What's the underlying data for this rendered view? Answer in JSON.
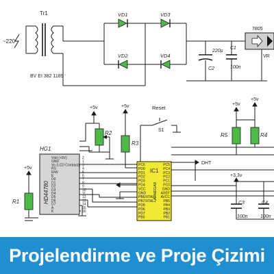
{
  "schematic": {
    "mains_label": "~220",
    "transformer_label": "Tr1",
    "transformer_core": "BV EI 382 1189",
    "diodes": [
      "VD1",
      "VD3",
      "VD2",
      "VD4"
    ],
    "cap_c2": "C2",
    "cap_220u": "220µ",
    "cap_c1": "C1",
    "cap_100n_top": "100n",
    "regulator_label": "7805",
    "regulator_partial": "VR",
    "supply_labels": [
      "+5v",
      "+5v",
      "+5v",
      "+5v",
      "+5v",
      "+3,3v"
    ],
    "r1": "R1",
    "r2": "R2",
    "r3": "R3",
    "r4": "R4",
    "r5": "R5",
    "reset_label": "Reset",
    "s1": "S1",
    "lcd_label": "HG1",
    "lcd_model": "HD44780",
    "lcd_pins": [
      "Vdd (+5V)",
      "GND",
      "Vo (LCD Contrast)",
      "RS",
      "R/W",
      "E",
      "D0",
      "D1",
      "D2",
      "D3",
      "D4",
      "D5",
      "D6",
      "D7",
      "A",
      "K"
    ],
    "lcd_pin_numbers": [
      "2",
      "1",
      "3",
      "4",
      "5",
      "6",
      "7",
      "8",
      "9",
      "10",
      "11",
      "12",
      "13",
      "14",
      "15",
      "16"
    ],
    "ic_label": "IC1",
    "ic_model": "ATMEGA8",
    "ic_left_pins": [
      "PC6",
      "PD0",
      "PD1",
      "PD2",
      "PD3",
      "PD4",
      "VCC",
      "GND",
      "PB6/XTAL1",
      "PB7/XTAL2",
      "PD5",
      "PD6",
      "PD7",
      "PB0"
    ],
    "ic_right_pins": [
      "PC5",
      "PC4",
      "PC3",
      "PC2",
      "PC1",
      "PC0",
      "GND",
      "AREF",
      "AVCC",
      "PB5",
      "PB4",
      "PB3",
      "PB2",
      "PB1"
    ],
    "dht_label": "DHT",
    "cap_c3": "C3",
    "cap_c4": "C4",
    "cap_100n_c3": "100n",
    "cap_100n_c4": "100n"
  },
  "banner": {
    "title": "Projelendirme ve Proje Çizimi"
  },
  "colors": {
    "wire": "#1a1a1a",
    "component_green": "#4fb84a",
    "ic_yellow": "#f2ea32",
    "lcd_gray": "#d6d6d6",
    "regulator_gray": "#d0d0d0",
    "banner_blue": "#1f8fd0"
  }
}
